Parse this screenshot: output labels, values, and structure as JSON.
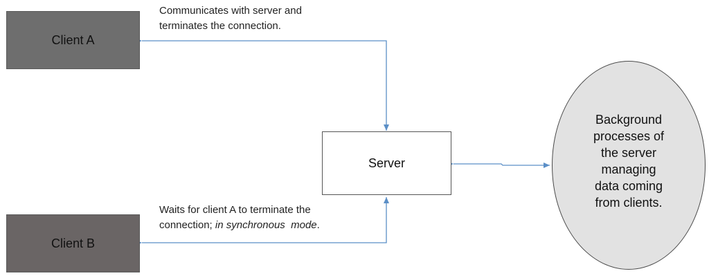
{
  "nodes": {
    "client_a": "Client A",
    "client_b": "Client B",
    "server": "Server",
    "background_processes": {
      "lines": [
        "Background",
        "processes of",
        "the server",
        "managing",
        "data coming",
        "from clients."
      ]
    }
  },
  "annotations": {
    "client_a": {
      "line1": "Communicates with server and",
      "line2": "terminates the connection."
    },
    "client_b": {
      "line1": "Waits for client A to terminate the",
      "line2_plain": "connection; ",
      "line2_italic": "in synchronous  mode",
      "line2_end": "."
    }
  },
  "colors": {
    "client_a_fill": "#6e6e6e",
    "client_b_fill": "#6a6565",
    "connector": "#5b8fc7",
    "ellipse_fill": "#e2e2e2"
  }
}
